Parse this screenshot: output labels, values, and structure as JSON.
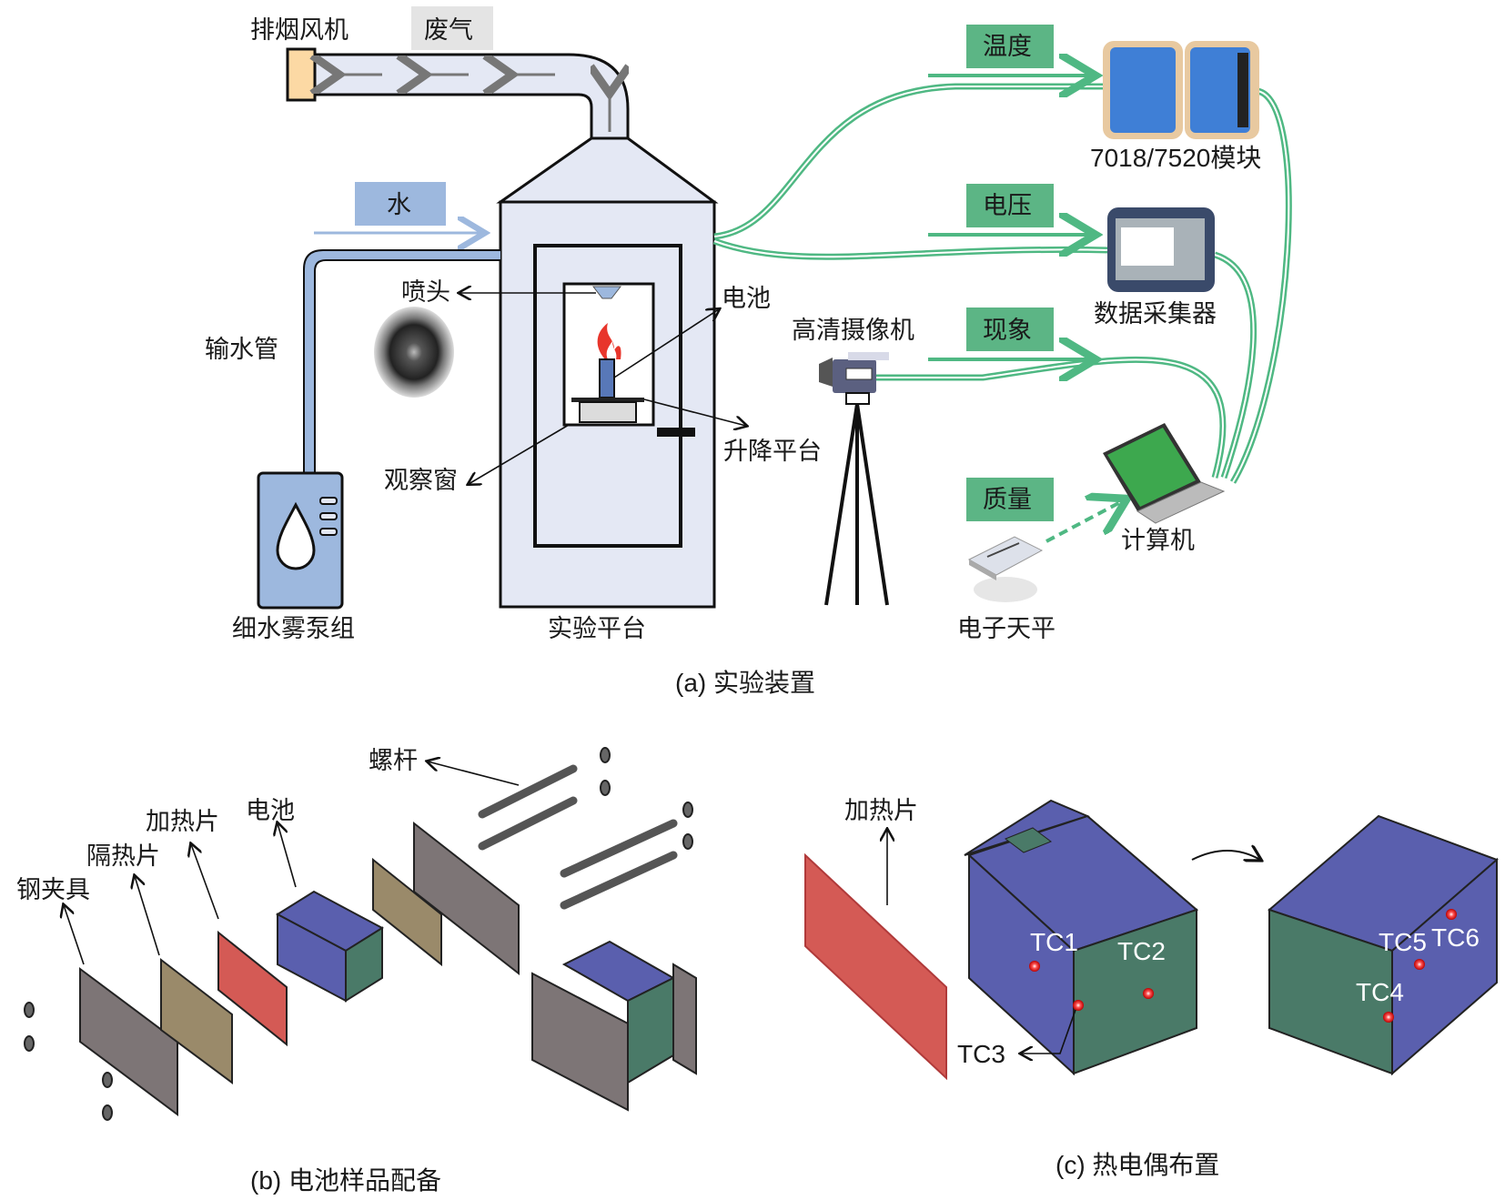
{
  "panel_a": {
    "caption": "(a) 实验装置",
    "exhaust_fan": "排烟风机",
    "exhaust_gas": "废气",
    "water": "水",
    "water_pipe": "输水管",
    "nozzle": "喷头",
    "battery": "电池",
    "lift_platform": "升降平台",
    "observation_window": "观察窗",
    "mist_pump": "细水雾泵组",
    "test_platform": "实验平台",
    "hd_camera": "高清摄像机",
    "temperature": "温度",
    "voltage": "电压",
    "phenomenon": "现象",
    "mass": "质量",
    "module": "7018/7520模块",
    "data_logger": "数据采集器",
    "computer": "计算机",
    "balance": "电子天平"
  },
  "panel_b": {
    "caption": "(b) 电池样品配备",
    "screw_rod": "螺杆",
    "battery": "电池",
    "heater": "加热片",
    "insulator": "隔热片",
    "steel_clamp": "钢夹具"
  },
  "panel_c": {
    "caption": "(c) 热电偶布置",
    "heater": "加热片",
    "tc1": "TC1",
    "tc2": "TC2",
    "tc3": "TC3",
    "tc4": "TC4",
    "tc5": "TC5",
    "tc6": "TC6"
  },
  "colors": {
    "signal_green": "#4fb883",
    "tag_green": "#5cb585",
    "water_blue": "#9db8de",
    "chamber_fill": "#e4e8f4",
    "battery_blue": "#5a5fae",
    "battery_green": "#4a7a68",
    "heater_red": "#d45a55",
    "insulator_tan": "#9a8a6a",
    "clamp_gray": "#7d7576"
  }
}
